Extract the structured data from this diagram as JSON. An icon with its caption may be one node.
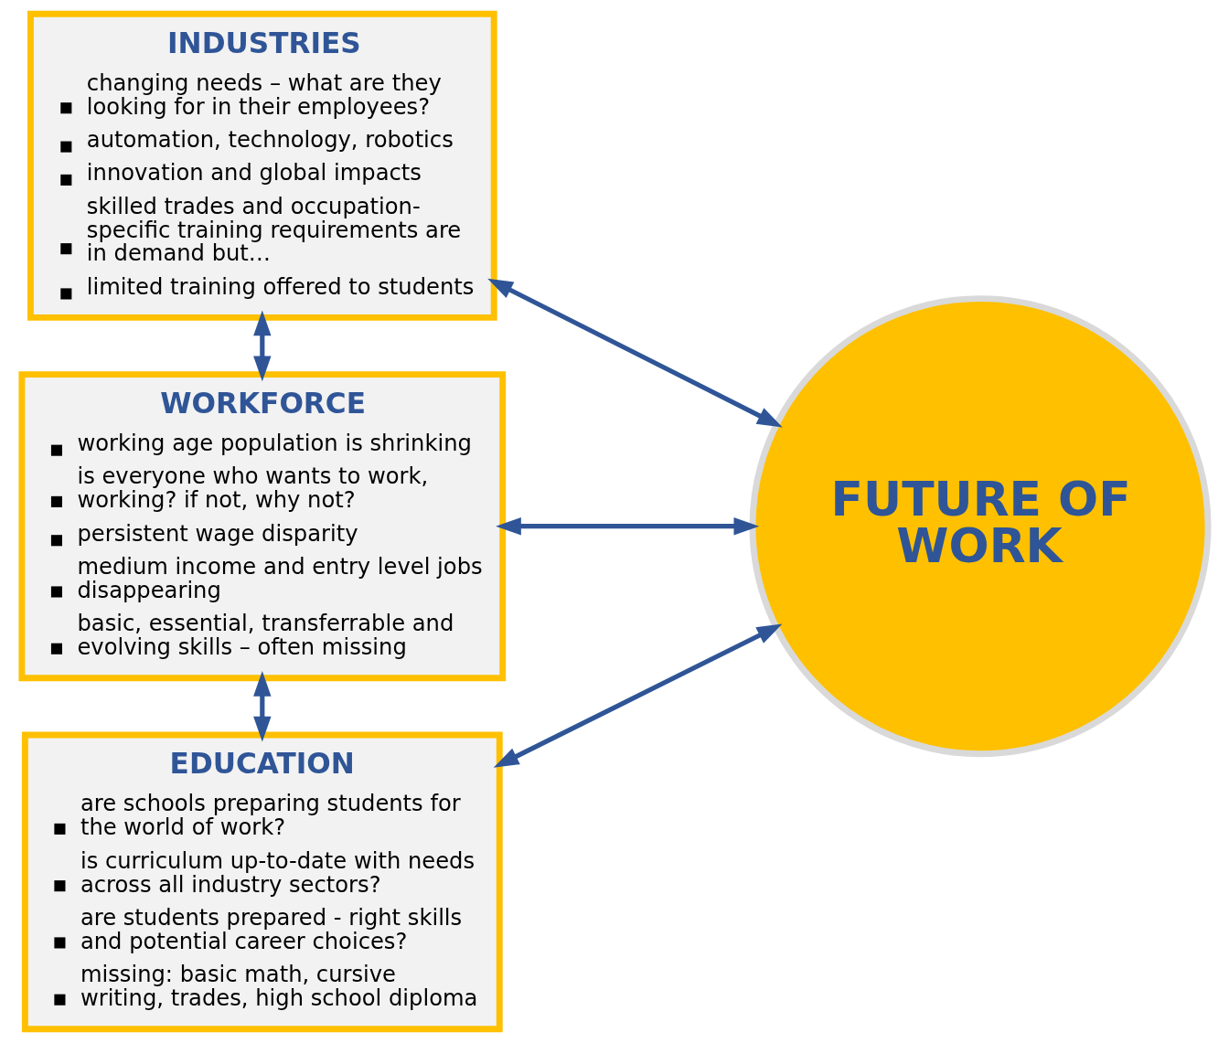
{
  "diagram": {
    "nodes": [
      {
        "text": [
          "INDUSTRIES",
          "changing needs – what are they looking for in their employees?",
          "automation, technology, robotics",
          "innovation and global impacts",
          "skilled trades and occupation-specific training requirements are in demand but…",
          "limited training offered to students"
        ]
      },
      {
        "text": [
          "WORKFORCE",
          "working age population is shrinking",
          "is everyone who wants to work, working? if not, why not?",
          "persistent wage disparity",
          "medium income and entry level jobs disappearing",
          "basic, essential, transferrable and evolving skills – often missing"
        ]
      },
      {
        "text": [
          "EDUCATION",
          "are schools preparing students for the world of work?",
          "is curriculum up-to-date with needs across all industry sectors?",
          "are students prepared - right skills and potential career choices?",
          "missing: basic math, cursive writing, trades, high school diploma"
        ]
      },
      {
        "text": [
          "FUTURE OF WORK"
        ]
      }
    ],
    "edges": [
      {
        "from": 0,
        "to": 3,
        "arrow": "both"
      },
      {
        "from": 0,
        "to": 1,
        "arrow": "both"
      },
      {
        "from": 1,
        "to": 3,
        "arrow": "both"
      },
      {
        "from": 1,
        "to": 2,
        "arrow": "both"
      },
      {
        "from": 2,
        "to": 3,
        "arrow": "both"
      }
    ]
  }
}
